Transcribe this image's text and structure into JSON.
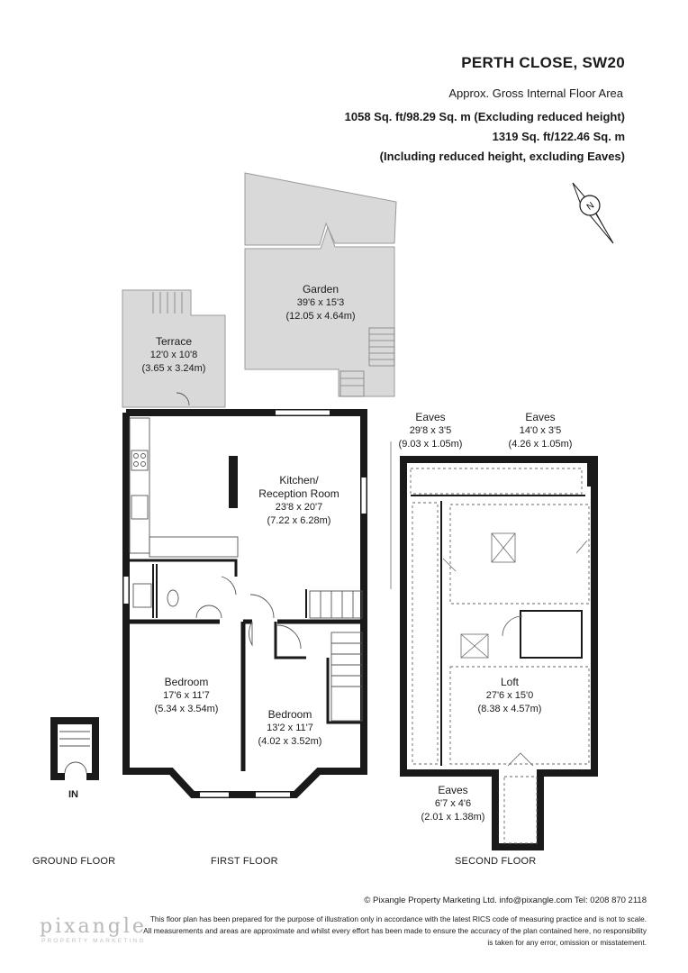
{
  "header": {
    "title": "PERTH CLOSE, SW20",
    "subtitle": "Approx. Gross Internal Floor Area",
    "area_line1": "1058 Sq. ft/98.29 Sq. m (Excluding reduced height)",
    "area_line2": "1319 Sq. ft/122.46 Sq. m",
    "area_line3": "(Including reduced height, excluding Eaves)"
  },
  "compass": {
    "letter": "N",
    "icon": "north-arrow-icon"
  },
  "rooms": {
    "garden": {
      "name": "Garden",
      "imperial": "39'6 x 15'3",
      "metric": "(12.05 x 4.64m)"
    },
    "terrace": {
      "name": "Terrace",
      "imperial": "12'0 x 10'8",
      "metric": "(3.65 x 3.24m)"
    },
    "kitchen": {
      "name1": "Kitchen/",
      "name2": "Reception Room",
      "imperial": "23'8 x 20'7",
      "metric": "(7.22 x 6.28m)"
    },
    "bedroom1": {
      "name": "Bedroom",
      "imperial": "17'6 x 11'7",
      "metric": "(5.34 x 3.54m)"
    },
    "bedroom2": {
      "name": "Bedroom",
      "imperial": "13'2 x 11'7",
      "metric": "(4.02 x 3.52m)"
    },
    "eaves1": {
      "name": "Eaves",
      "imperial": "29'8 x 3'5",
      "metric": "(9.03 x 1.05m)"
    },
    "eaves2": {
      "name": "Eaves",
      "imperial": "14'0 x 3'5",
      "metric": "(4.26 x 1.05m)"
    },
    "loft": {
      "name": "Loft",
      "imperial": "27'6 x 15'0",
      "metric": "(8.38 x 4.57m)"
    },
    "eaves3": {
      "name": "Eaves",
      "imperial": "6'7 x 4'6",
      "metric": "(2.01 x 1.38m)"
    }
  },
  "entrance": "IN",
  "floors": {
    "ground": "GROUND FLOOR",
    "first": "FIRST FLOOR",
    "second": "SECOND FLOOR"
  },
  "footer": {
    "copyright": "© Pixangle Property Marketing Ltd. info@pixangle.com Tel: 0208 870 2118",
    "disclaimer": "This floor plan has been prepared for the purpose of illustration only in accordance with the latest RICS code of measuring practice and is not to scale. All measurements and areas are approximate and whilst every effort has been made to ensure the accuracy of the plan contained here, no responsibility is taken for any error, omission or misstatement.",
    "brand": "pixangle",
    "brand_sub": "PROPERTY MARKETING"
  },
  "colors": {
    "wall": "#1a1a1a",
    "outdoor_fill": "#d9d9d9",
    "outdoor_stroke": "#9a9a9a",
    "brand": "#b8b8b8"
  }
}
